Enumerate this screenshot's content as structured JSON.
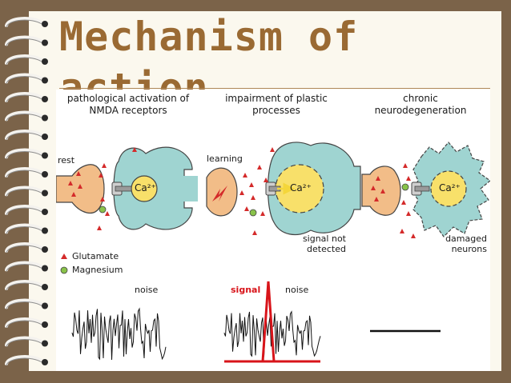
{
  "slide": {
    "title": "Mechanism of action"
  },
  "figure": {
    "panels": [
      {
        "caption": "pathological activation of NMDA receptors",
        "state_label": "rest",
        "trace_label": "noise"
      },
      {
        "caption": "impairment of plastic processes",
        "state_label": "learning",
        "status_label": "signal not detected",
        "signal_label": "signal",
        "trace_label": "noise"
      },
      {
        "caption": "chronic neurodegeneration",
        "status_label": "damaged neurons"
      }
    ],
    "ion_label": "Ca²⁺",
    "legend": {
      "glutamate": "Glutamate",
      "magnesium": "Magnesium"
    }
  },
  "colors": {
    "background_brown": "#7b6349",
    "title_brown": "#9a6a33",
    "presynaptic_orange": "#f2bd88",
    "postsynaptic_teal": "#9fd4d1",
    "calcium_yellow": "#f8e06a",
    "glutamate_red": "#d42a2a",
    "magnesium_green": "#89c24a",
    "signal_red": "#d8141a"
  }
}
